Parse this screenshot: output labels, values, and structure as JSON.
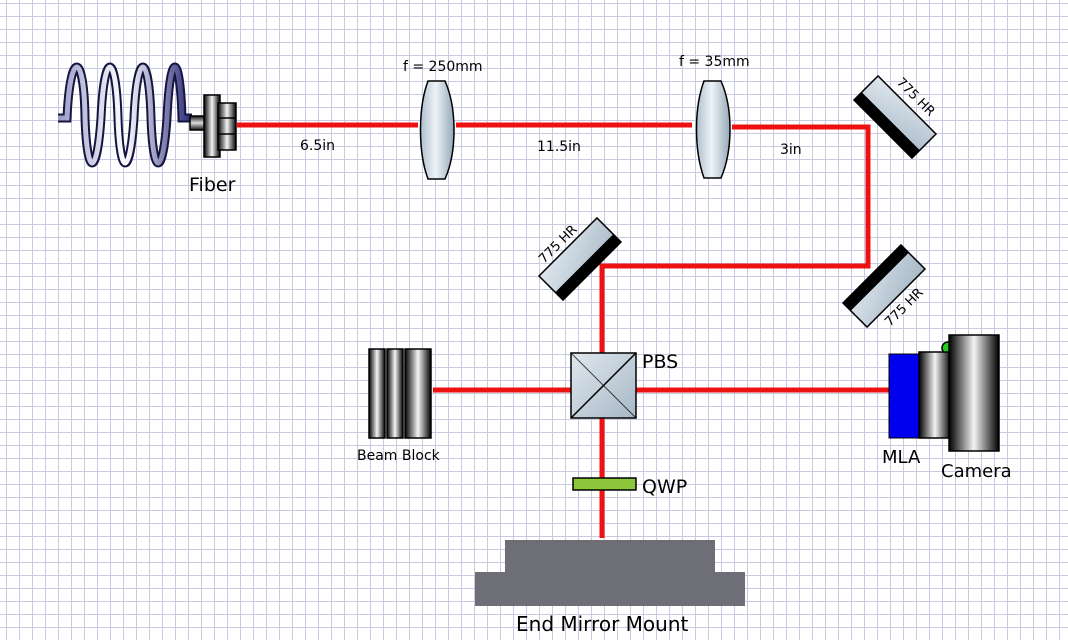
{
  "components": {
    "fiber": "Fiber",
    "lens1": "f = 250mm",
    "lens2": "f = 35mm",
    "mirror1": "775 HR",
    "mirror2": "775 HR",
    "mirror3": "775 HR",
    "pbs": "PBS",
    "qwp": "QWP",
    "beam_block": "Beam Block",
    "mla": "MLA",
    "camera": "Camera",
    "end_mirror": "End Mirror Mount"
  },
  "distances": {
    "d1": "6.5in",
    "d2": "11.5in",
    "d3": "3in"
  },
  "colors": {
    "beam": "#ee1111",
    "fiber_coil": "#2a2a78",
    "mla": "#0000ee",
    "mount": "#6e6e76",
    "qwp": "#8cc63a",
    "camera_indicator": "#22cc22"
  }
}
